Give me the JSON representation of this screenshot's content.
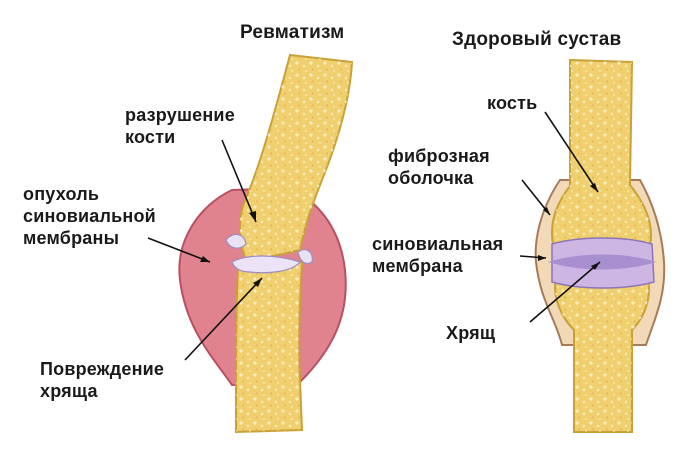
{
  "titles": {
    "left": "Ревматизм",
    "right": "Здоровый сустав"
  },
  "labels": {
    "bone_destruction": "разрушение\nкости",
    "synovial_swelling": "опухоль\nсиновиальной\nмембраны",
    "cartilage_damage": "Повреждение\nхряща",
    "bone": "кость",
    "fibrous_capsule": "фиброзная\nоболочка",
    "synovial_membrane": "синовиальная\nмембрана",
    "cartilage": "Хрящ"
  },
  "colors": {
    "bone": "#f0cf6e",
    "bone_outline": "#c9a237",
    "bone_speckle": "#fbefc7",
    "inflamed_membrane": "#e0838f",
    "inflamed_outline": "#b85060",
    "capsule": "#f2d9b8",
    "capsule_outline": "#a87b58",
    "cartilage": "#cdb6e3",
    "synovial": "#a78fd0"
  }
}
